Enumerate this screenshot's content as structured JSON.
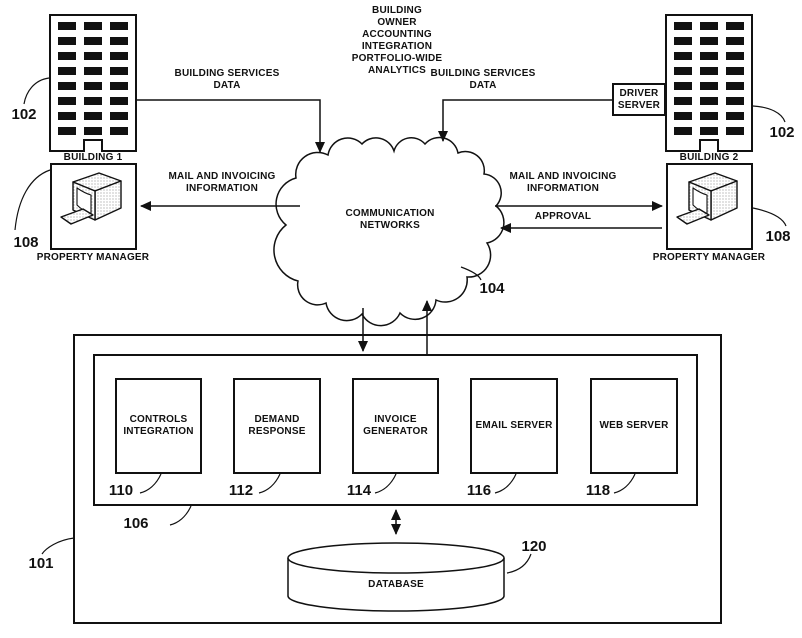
{
  "colors": {
    "ink": "#111111",
    "background": "#ffffff"
  },
  "captions": {
    "title": "BUILDING\nOWNER\nACCOUNTING\nINTEGRATION\nPORTFOLIO-WIDE\nANALYTICS",
    "building_services_left": "BUILDING SERVICES\nDATA",
    "building_services_right": "BUILDING SERVICES\nDATA",
    "mail_left": "MAIL AND INVOICING\nINFORMATION",
    "mail_right": "MAIL AND INVOICING\nINFORMATION",
    "approval": "APPROVAL"
  },
  "nodes": {
    "building1": {
      "label": "BUILDING 1",
      "ref": "102"
    },
    "building2": {
      "label": "BUILDING 2",
      "ref": "102"
    },
    "property_manager1": {
      "label": "PROPERTY MANAGER",
      "ref": "108"
    },
    "property_manager2": {
      "label": "PROPERTY MANAGER",
      "ref": "108"
    },
    "driver_server": {
      "label": "DRIVER\nSERVER"
    },
    "cloud": {
      "label": "COMMUNICATION\nNETWORKS",
      "ref": "104"
    },
    "system": {
      "ref": "101"
    },
    "module_group": {
      "ref": "106"
    },
    "database": {
      "label": "DATABASE",
      "ref": "120"
    }
  },
  "modules": [
    {
      "label": "CONTROLS\nINTEGRATION",
      "ref": "110"
    },
    {
      "label": "DEMAND\nRESPONSE",
      "ref": "112"
    },
    {
      "label": "INVOICE\nGENERATOR",
      "ref": "114"
    },
    {
      "label": "EMAIL SERVER",
      "ref": "116"
    },
    {
      "label": "WEB SERVER",
      "ref": "118"
    }
  ]
}
